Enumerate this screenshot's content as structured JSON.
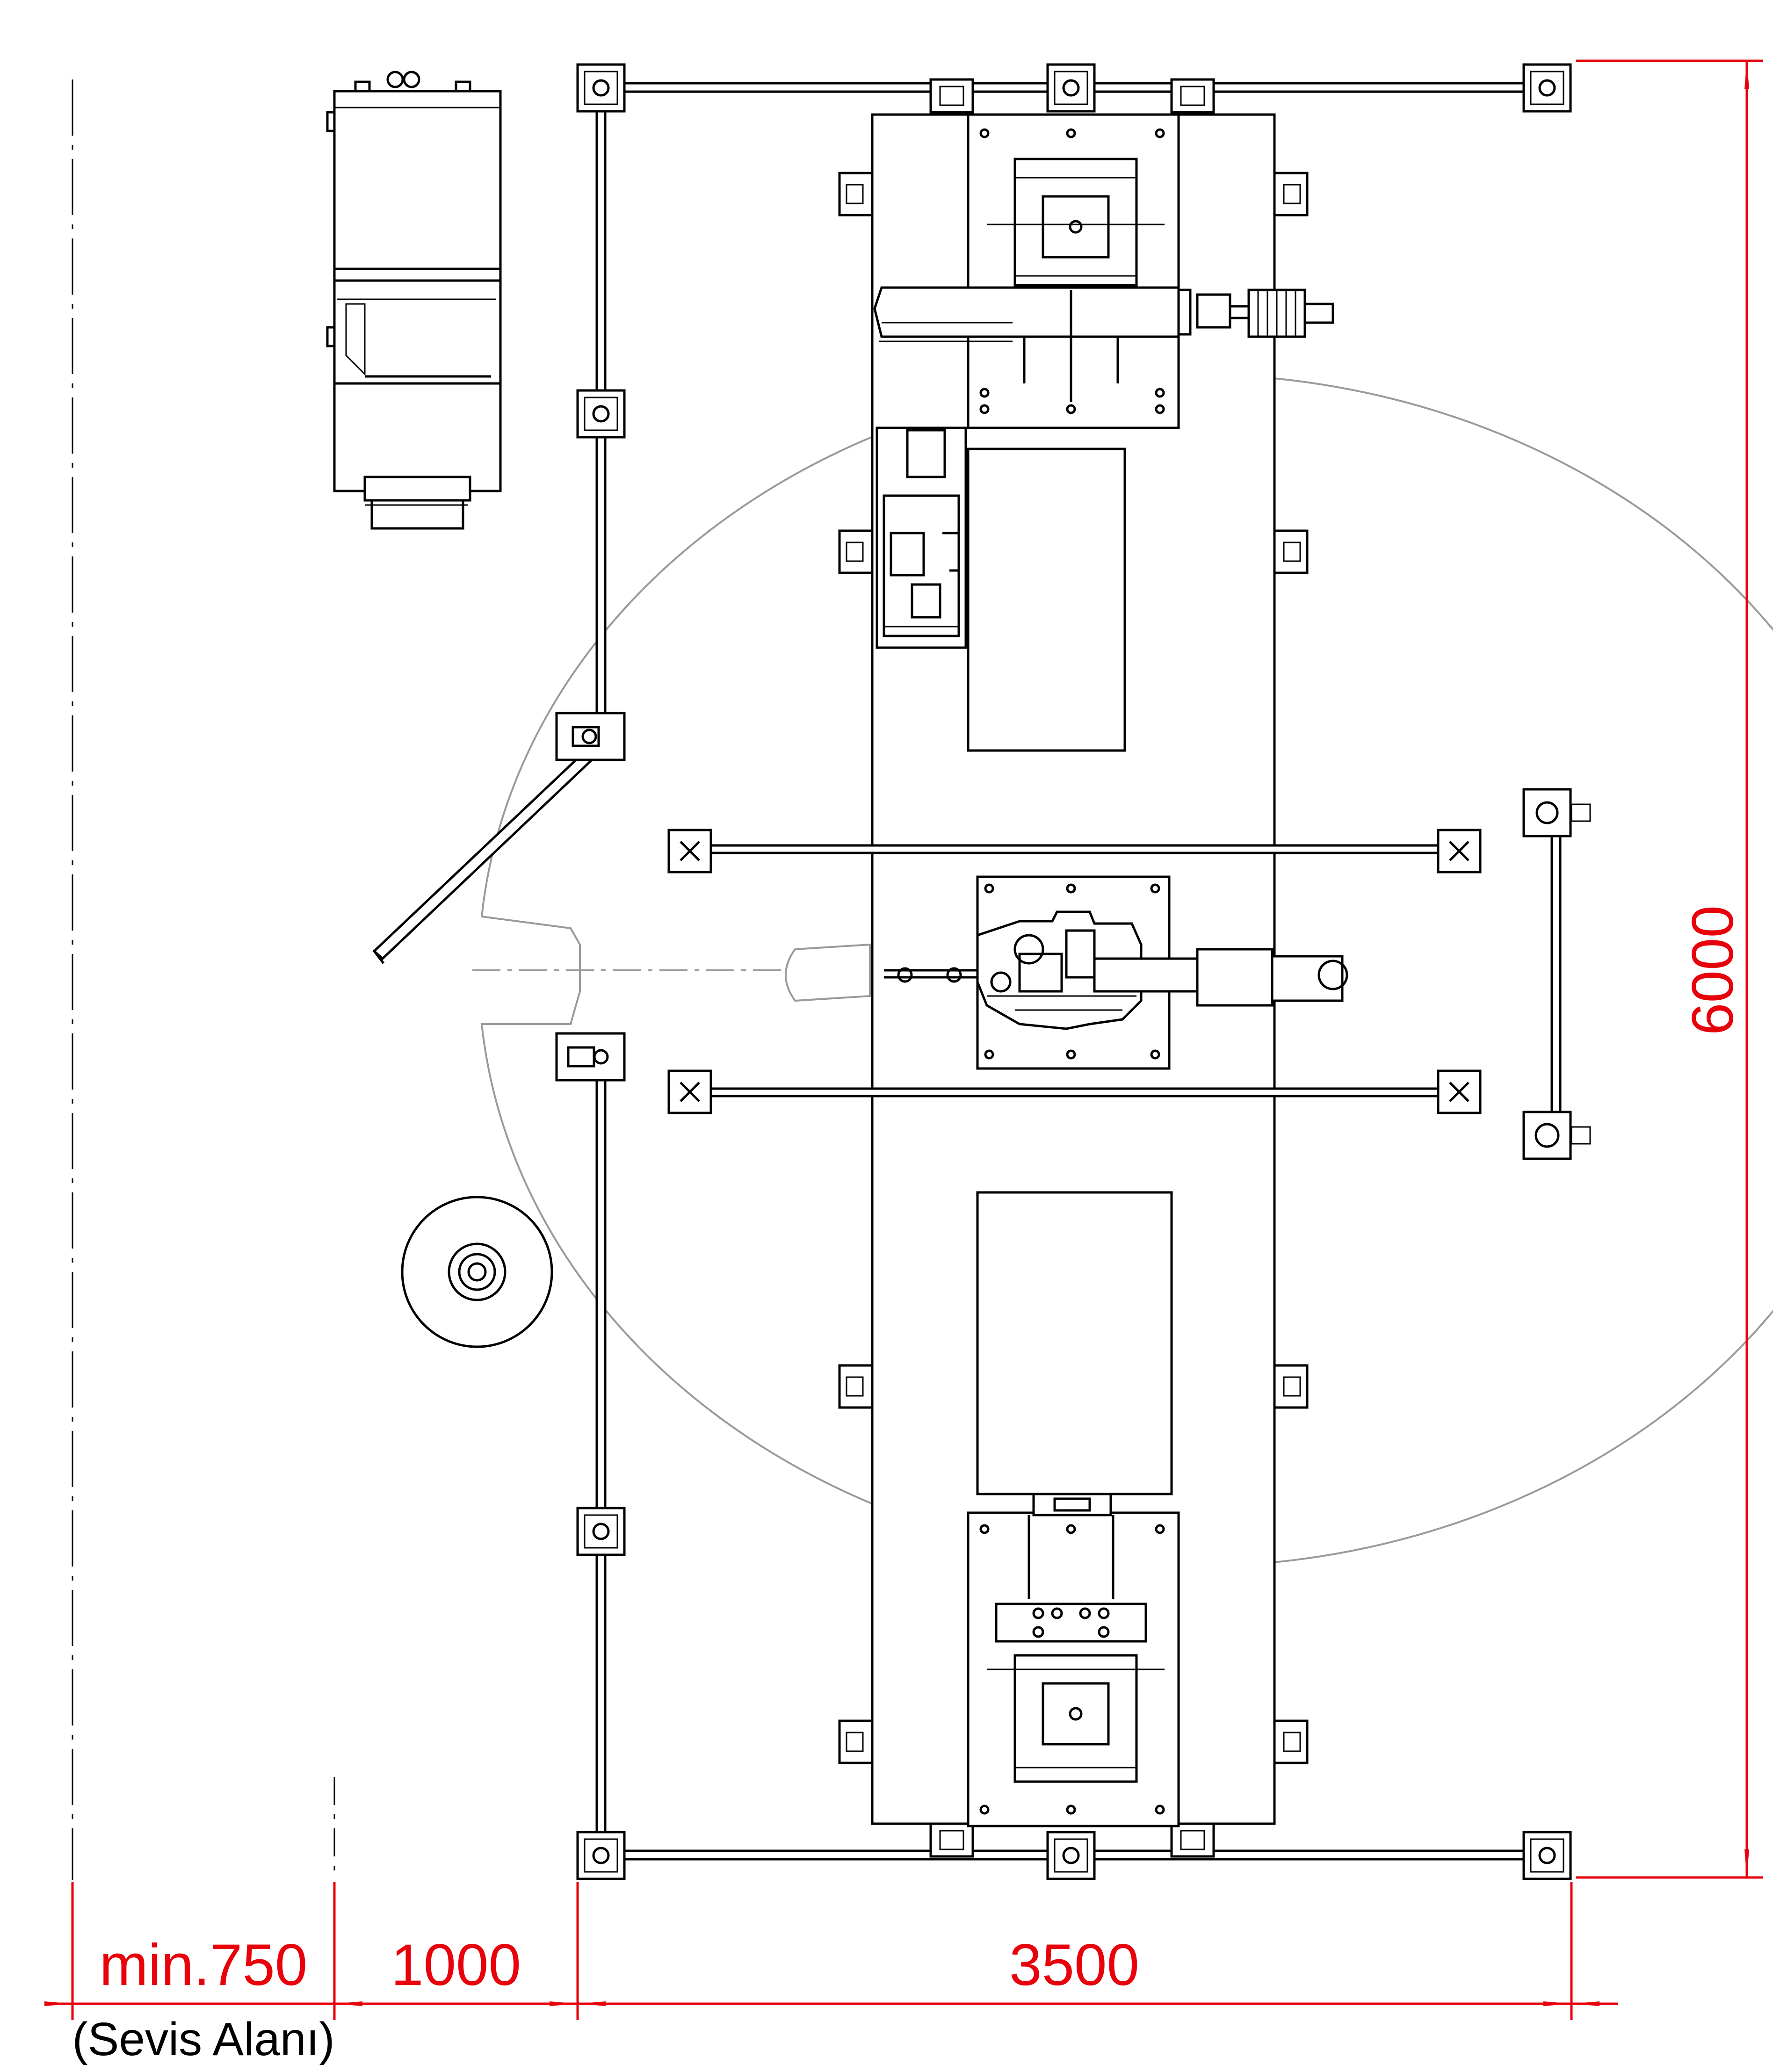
{
  "dimensions": {
    "service_width": "min.750",
    "service_label": "(Sevis Alanı)",
    "clearance": "1000",
    "cell_width": "3500",
    "cell_height": "6000"
  },
  "colors": {
    "dimension": "#e8000b",
    "drawing": "#000000",
    "reach_envelope": "#9a9a9a"
  }
}
